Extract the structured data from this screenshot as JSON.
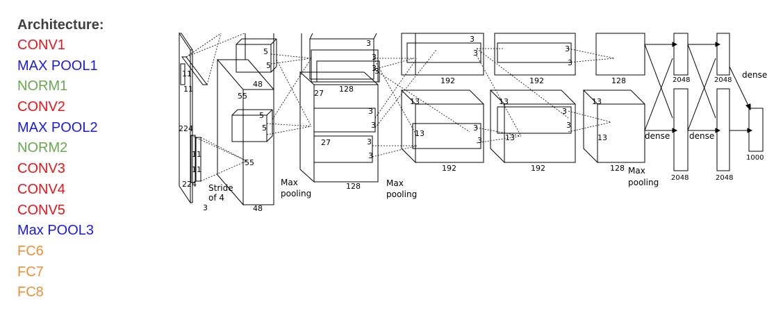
{
  "heading": "Architecture:",
  "layers": [
    {
      "label": "CONV1",
      "color": "#e8141a"
    },
    {
      "label": "MAX POOL1",
      "color": "#1a1ae0"
    },
    {
      "label": "NORM1",
      "color": "#6aa84f"
    },
    {
      "label": "CONV2",
      "color": "#e8141a"
    },
    {
      "label": "MAX POOL2",
      "color": "#1a1ae0"
    },
    {
      "label": "NORM2",
      "color": "#6aa84f"
    },
    {
      "label": "CONV3",
      "color": "#e8141a"
    },
    {
      "label": "CONV4",
      "color": "#e8141a"
    },
    {
      "label": "CONV5",
      "color": "#e8141a"
    },
    {
      "label": "Max POOL3",
      "color": "#1a1ae0"
    },
    {
      "label": "FC6",
      "color": "#e69138"
    },
    {
      "label": "FC7",
      "color": "#e69138"
    },
    {
      "label": "FC8",
      "color": "#e69138"
    }
  ],
  "diagram": {
    "input_size": "224",
    "input_size_bottom": "224",
    "channels": "3",
    "kernel_11_top": "11",
    "kernel_11_bottom": "11",
    "kernel_11_lower_a": "11",
    "kernel_11_lower_b": "11",
    "stride_line1": "Stride",
    "stride_line2": "of 4",
    "conv1_k5a": "5",
    "conv1_k5b": "5",
    "conv1_k5c": "5",
    "conv1_k5d": "5",
    "conv1_size_top": "55",
    "conv1_size_bottom": "55",
    "conv1_depth_top": "48",
    "conv1_depth_bottom": "48",
    "maxpool_label_1": "Max",
    "maxpool_label_2": "pooling",
    "conv2_size": "27",
    "conv2_size_b": "27",
    "conv2_k3a": "3",
    "conv2_k3b": "3",
    "conv2_k3c": "3",
    "conv2_k3d": "3",
    "conv2_k3e": "3",
    "conv2_k3f": "3",
    "conv2_k3g": "3",
    "conv2_k3h": "3",
    "conv2_depth_top": "128",
    "conv2_depth_bottom": "128",
    "conv3_size": "13",
    "conv3_size_b": "13",
    "conv3_k3a": "3",
    "conv3_k3b": "3",
    "conv3_k3c": "3",
    "conv3_k3d": "3",
    "conv3_depth_top": "192",
    "conv3_depth_bottom": "192",
    "conv4_size": "13",
    "conv4_size_b": "13",
    "conv4_k3a": "3",
    "conv4_k3b": "3",
    "conv4_k3c": "3",
    "conv4_k3d": "3",
    "conv4_depth_top": "192",
    "conv4_depth_bottom": "192",
    "conv5_size": "13",
    "conv5_size_b": "13",
    "conv5_depth_top": "128",
    "conv5_depth_bottom": "128",
    "fc_2048_a": "2048",
    "fc_2048_b": "2048",
    "fc_2048_c": "2048",
    "fc_2048_d": "2048",
    "fc_1000": "1000",
    "dense_1": "dense",
    "dense_2": "dense",
    "dense_3": "dense"
  }
}
